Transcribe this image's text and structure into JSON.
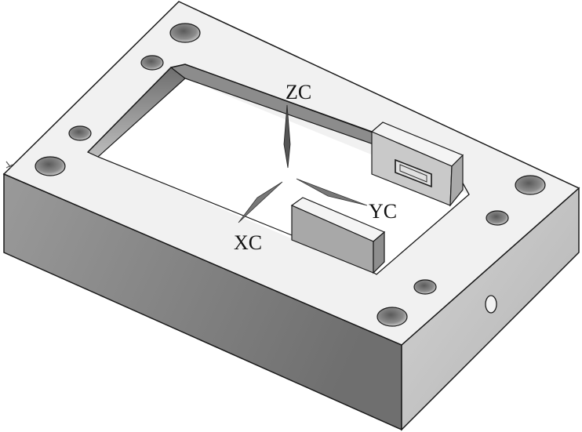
{
  "diagram": {
    "axes": {
      "zc_label": "ZC",
      "yc_label": "YC",
      "xc_label": "XC"
    },
    "colors": {
      "top_face": "#f2f2f2",
      "front_face": "#8a8a8a",
      "right_face": "#c4c4c4",
      "pocket_wall": "#9d9d9d",
      "hole": "#7a7a7a",
      "outline": "#1a1a1a"
    }
  }
}
